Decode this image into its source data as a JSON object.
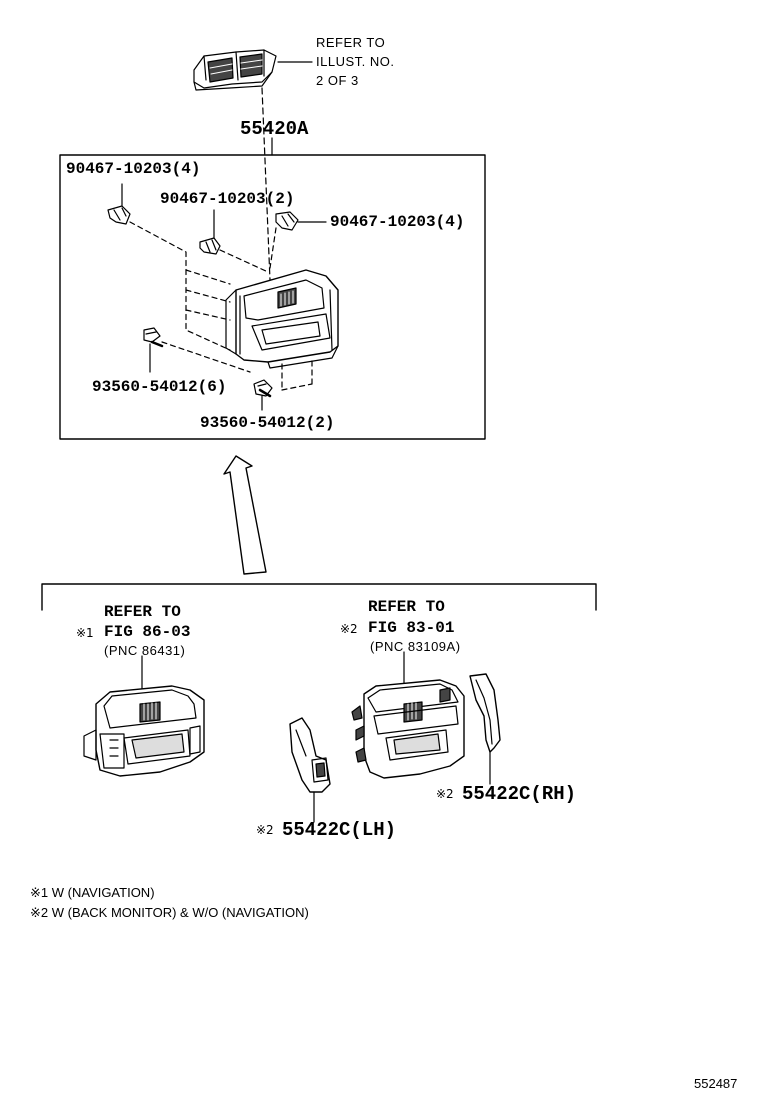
{
  "diagram": {
    "vent_refer": {
      "line1": "REFER TO",
      "line2": "ILLUST. NO.",
      "line3": "2 OF 3"
    },
    "main_part": "55420A",
    "clip_a": "90467-10203(4)",
    "clip_b": "90467-10203(2)",
    "clip_c": "90467-10203(4)",
    "screw_a": "93560-54012(6)",
    "screw_b": "93560-54012(2)",
    "nav_refer": {
      "line1": "REFER TO",
      "mark": "※1",
      "fig": "FIG 86-03",
      "pnc": "(PNC 86431)"
    },
    "monitor_refer": {
      "line1": "REFER TO",
      "mark": "※2",
      "fig": "FIG 83-01",
      "pnc": "(PNC 83109A)"
    },
    "panel_rh": {
      "mark": "※2",
      "part": "55422C(RH)"
    },
    "panel_lh": {
      "mark": "※2",
      "part": "55422C(LH)"
    },
    "notes": [
      "※1 W (NAVIGATION)",
      "※2 W (BACK MONITOR) & W/O (NAVIGATION)"
    ],
    "illustration_number": "552487"
  }
}
